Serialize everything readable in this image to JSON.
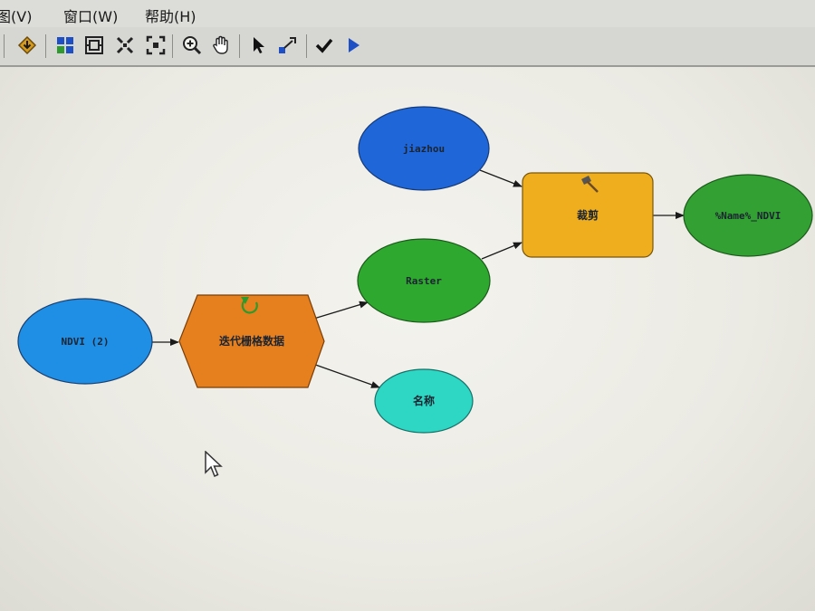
{
  "menu": {
    "items": [
      {
        "label": "图(V)"
      },
      {
        "label": "窗口(W)"
      },
      {
        "label": "帮助(H)"
      }
    ]
  },
  "toolbar": {
    "icons": [
      "add-data-icon",
      "grid-layout-icon",
      "auto-layout-icon",
      "full-extent-icon",
      "fit-to-window-icon",
      "zoom-in-icon",
      "pan-hand-icon",
      "select-pointer-icon",
      "connect-icon",
      "validate-check-icon",
      "run-icon"
    ]
  },
  "diagram": {
    "nodes": {
      "ndvi2": {
        "label": "NDVI (2)",
        "shape": "ellipse",
        "color": "#1f8fe6"
      },
      "iterate": {
        "label": "迭代栅格数据",
        "shape": "hexagon",
        "color": "#e6801f"
      },
      "jiazhou": {
        "label": "jiazhou",
        "shape": "ellipse",
        "color": "#1f66d8"
      },
      "raster": {
        "label": "Raster",
        "shape": "ellipse",
        "color": "#2ea82e"
      },
      "name": {
        "label": "名称",
        "shape": "ellipse",
        "color": "#2ed6c4"
      },
      "clip": {
        "label": "裁剪",
        "shape": "rounded-rect",
        "color": "#efae1e"
      },
      "output": {
        "label": "%Name%_NDVI",
        "shape": "ellipse",
        "color": "#33a033"
      }
    }
  }
}
